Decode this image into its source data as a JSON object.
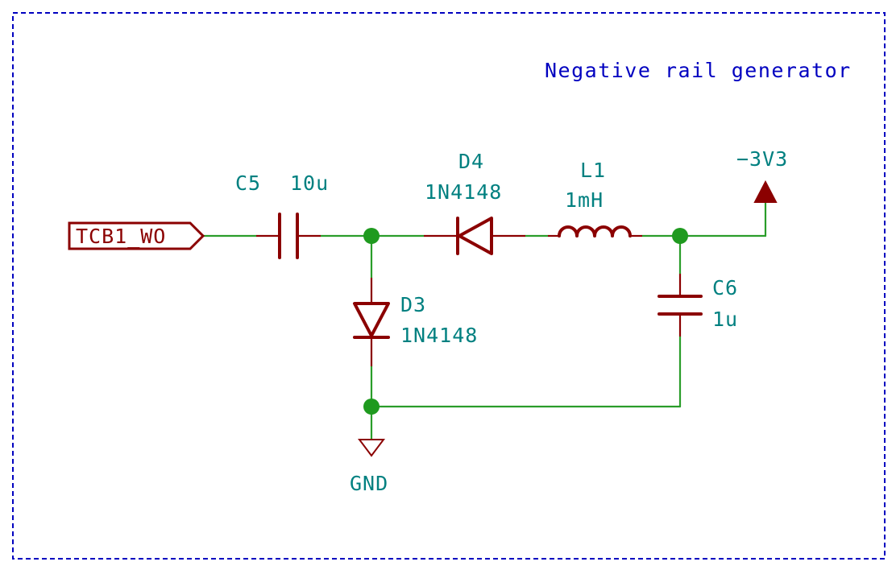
{
  "colors": {
    "frame": "#0000c0",
    "note": "#0000c0",
    "wire": "#2a9d2a",
    "junction": "#1f9a1f",
    "symbol": "#8b0000",
    "label_text": "#008080"
  },
  "note": {
    "text": "Negative rail generator"
  },
  "net_labels": {
    "input": "TCB1_WO",
    "output_power": "−3V3",
    "ground": "GND"
  },
  "components": {
    "c5": {
      "ref": "C5",
      "value": "10u"
    },
    "d4": {
      "ref": "D4",
      "value": "1N4148"
    },
    "l1": {
      "ref": "L1",
      "value": "1mH"
    },
    "c6": {
      "ref": "C6",
      "value": "1u"
    },
    "d3": {
      "ref": "D3",
      "value": "1N4148"
    }
  }
}
